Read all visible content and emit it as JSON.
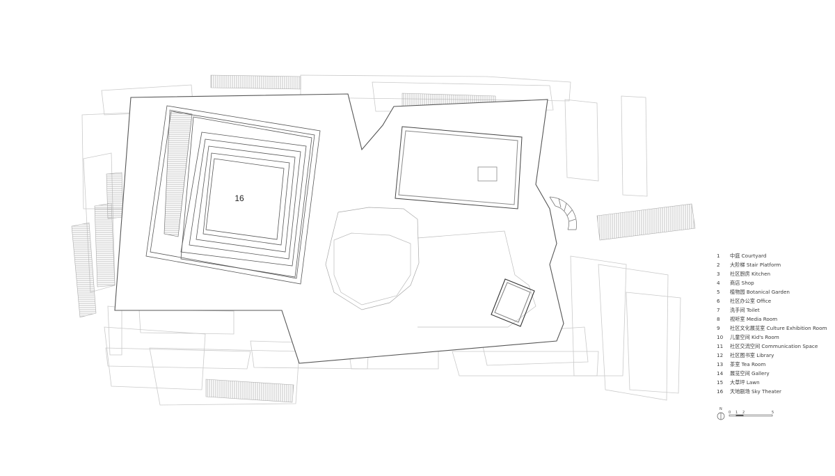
{
  "plan": {
    "space_label": "16"
  },
  "legend": {
    "items": [
      {
        "num": "1",
        "text": "中庭 Courtyard"
      },
      {
        "num": "2",
        "text": "大阶梯 Stair Platform"
      },
      {
        "num": "3",
        "text": "社区厨房 Kitchen"
      },
      {
        "num": "4",
        "text": "商店 Shop"
      },
      {
        "num": "5",
        "text": "植物园 Botanical Garden"
      },
      {
        "num": "6",
        "text": "社区办公室 Office"
      },
      {
        "num": "7",
        "text": "洗手间 Toilet"
      },
      {
        "num": "8",
        "text": "视听室 Media Room"
      },
      {
        "num": "9",
        "text": "社区文化展览室 Culture Exhibition Room"
      },
      {
        "num": "10",
        "text": "儿童空间 Kid's Room"
      },
      {
        "num": "11",
        "text": "社区交流空间 Communication Space"
      },
      {
        "num": "12",
        "text": "社区图书室 Library"
      },
      {
        "num": "13",
        "text": "茶室 Tea Room"
      },
      {
        "num": "14",
        "text": "展览空间 Gallery"
      },
      {
        "num": "15",
        "text": "大草坪 Lawn"
      },
      {
        "num": "16",
        "text": "天地剧场 Sky Theater"
      }
    ]
  },
  "scale_bar": {
    "north": "N",
    "ticks": [
      "0",
      "1",
      "2",
      "5"
    ]
  }
}
